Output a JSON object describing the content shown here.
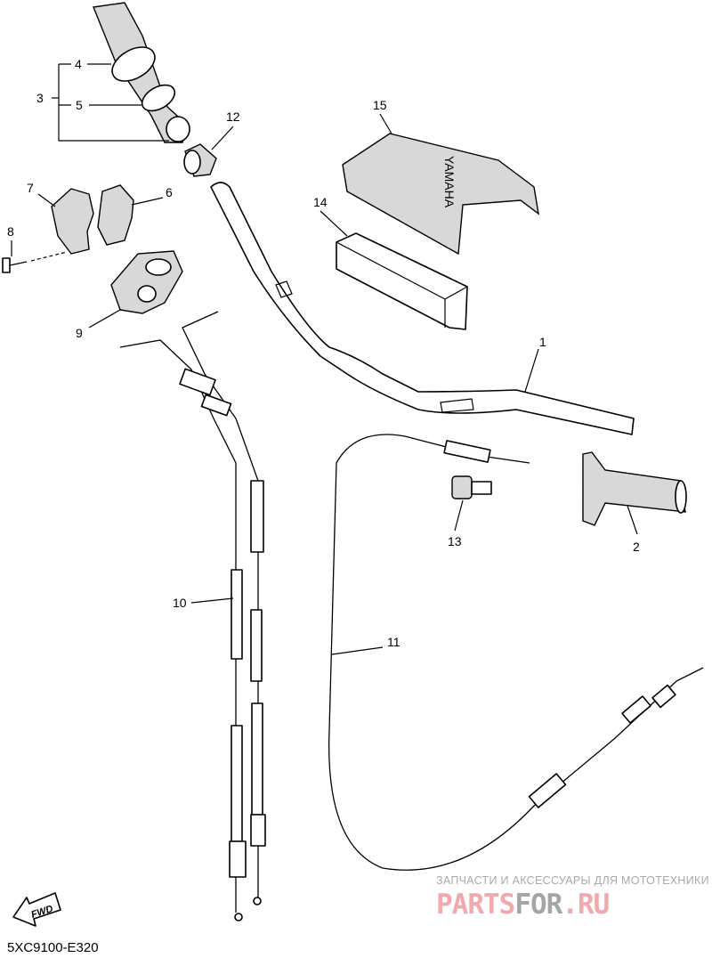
{
  "callouts": [
    "1",
    "2",
    "3",
    "4",
    "5",
    "6",
    "7",
    "8",
    "9",
    "10",
    "11",
    "12",
    "13",
    "14",
    "15"
  ],
  "fwd_label": "FWD",
  "diagram_code": "5XC9100-E320",
  "emblem_text": "YAMAHA",
  "watermark": {
    "tagline": "ЗАПЧАСТИ И АКСЕССУАРЫ ДЛЯ МОТОТЕХНИКИ",
    "brand_part1": "PARTS",
    "brand_part2": "FOR",
    "brand_part3": ".RU"
  }
}
